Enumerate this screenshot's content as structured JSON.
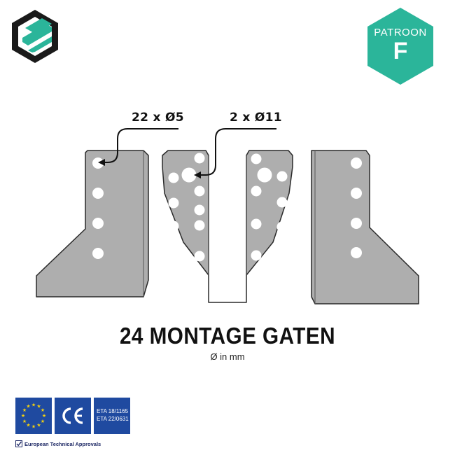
{
  "brand": {
    "logo_icon": "hexagon-stripes-logo",
    "accent": "#2bb59a",
    "dark": "#1a1a1a"
  },
  "badge": {
    "label": "PATROON",
    "letter": "F",
    "color": "#2bb59a"
  },
  "callouts": {
    "small_holes": "22 x Ø5",
    "large_holes": "2 x Ø11"
  },
  "headline": "24 MONTAGE GATEN",
  "subline": "Ø in mm",
  "certification": {
    "eta": [
      "ETA 18/1165",
      "ETA 22/0631"
    ],
    "approval_text": "European Technical Approvals",
    "eu_blue": "#1f4aa0",
    "eu_gold": "#f4d20e"
  },
  "colors": {
    "plate": "#aeaeae",
    "outline": "#2a2a2a",
    "hole": "#ffffff"
  }
}
